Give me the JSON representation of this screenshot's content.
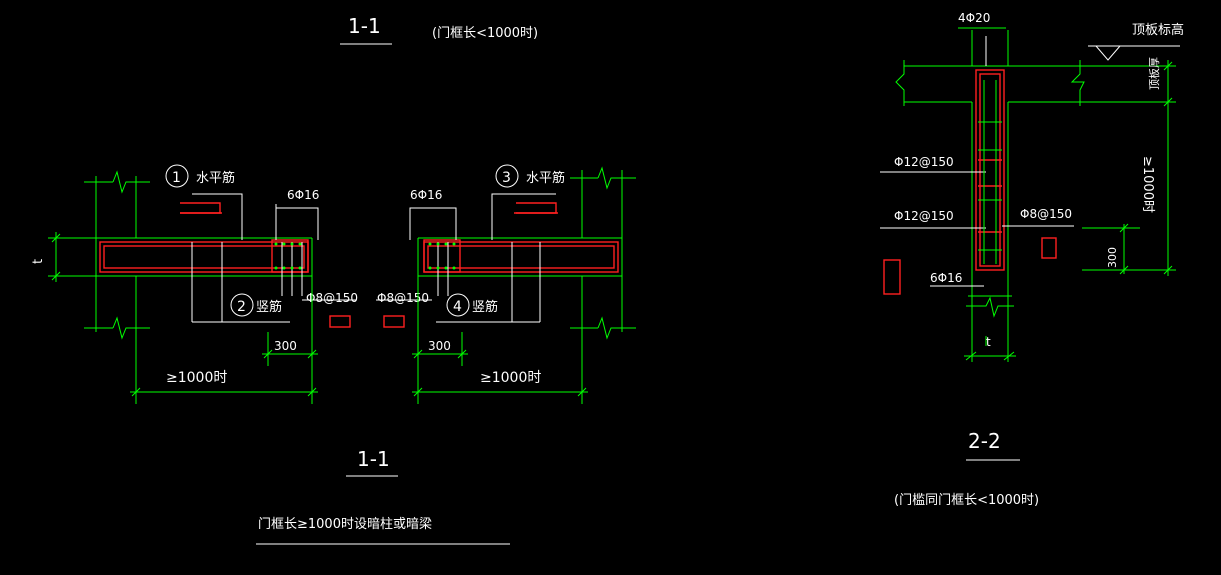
{
  "colors": {
    "background": "#000000",
    "wall_lines": "#00ff00",
    "rebar": "#ff2020",
    "text": "#ffffff",
    "annotation_lines": "#ffffff"
  },
  "left_detail": {
    "title": "1-1",
    "title_note": "(门框长<1000时)",
    "section_label": "1-1",
    "caption": "门框长≥1000时设暗柱或暗梁",
    "rebar_callouts": {
      "c1_num": "1",
      "c1_text": "水平筋",
      "c2_num": "2",
      "c2_text": "竖筋",
      "c3_num": "3",
      "c3_text": "水平筋",
      "c4_num": "4",
      "c4_text": "竖筋"
    },
    "bar_labels": {
      "left_main": "6Φ16",
      "right_main": "6Φ16",
      "left_stirrup": "Φ8@150",
      "right_stirrup": "Φ8@150"
    },
    "dimensions": {
      "thickness": "t",
      "left_300": "300",
      "right_300": "300",
      "left_len": "≥1000时",
      "right_len": "≥1000时"
    }
  },
  "right_detail": {
    "top_bars": "4Φ20",
    "roof_label": "顶板标高",
    "slab_label": "顶板厚",
    "height_label": "≥1000时",
    "dim_300": "300",
    "bar_a": "Φ12@150",
    "bar_b": "Φ12@150",
    "stirrup": "Φ8@150",
    "main_bars": "6Φ16",
    "thickness": "t",
    "section_label": "2-2",
    "caption": "(门槛同门框长<1000时)"
  }
}
